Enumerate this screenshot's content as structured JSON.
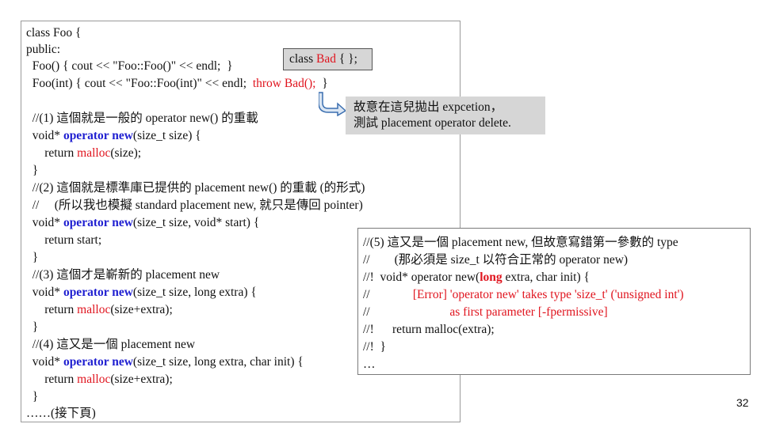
{
  "code": {
    "l1": "class Foo {",
    "l2": "public:",
    "l3": "  Foo() { cout << \"Foo::Foo()\" << endl;  }",
    "l4a": "  Foo(int) { cout << \"Foo::Foo(int)\" << endl;  ",
    "l4b": "throw Bad();",
    "l4c": "  }",
    "l5": "  //(1) 這個就是一般的 operator new() 的重載",
    "l6a": "  void* ",
    "l6b": "operator new",
    "l6c": "(size_t size) {",
    "l7a": "      return ",
    "l7b": "malloc",
    "l7c": "(size);",
    "l8": "  }",
    "l9": "  //(2) 這個就是標準庫已提供的 placement new() 的重載 (的形式)",
    "l10": "  //     (所以我也模擬 standard placement new, 就只是傳回 pointer)",
    "l11a": "  void* ",
    "l11b": "operator new",
    "l11c": "(size_t size, void* start) {",
    "l12": "      return start;",
    "l13": "  }",
    "l14": "  //(3) 這個才是嶄新的 placement new",
    "l15a": "  void* ",
    "l15b": "operator new",
    "l15c": "(size_t size, long extra) {",
    "l16a": "      return ",
    "l16b": "malloc",
    "l16c": "(size+extra);",
    "l17": "  }",
    "l18": "  //(4) 這又是一個 placement new",
    "l19a": "  void* ",
    "l19b": "operator new",
    "l19c": "(size_t size, long extra, char init) {",
    "l20a": "      return ",
    "l20b": "malloc",
    "l20c": "(size+extra);",
    "l21": "  }",
    "l22": "……(接下頁)"
  },
  "callout_bad": {
    "a": "class ",
    "b": "Bad",
    "c": " { };"
  },
  "callout_note": {
    "line1": "故意在這兒拋出 expcetion，",
    "line2": "測試 placement operator delete."
  },
  "box5": {
    "l1": "//(5) 這又是一個 placement new, 但故意寫錯第一參數的 type",
    "l2": "//        (那必須是 size_t 以符合正常的 operator new)",
    "l3a": "//!  void* operator new(",
    "l3b": "long",
    "l3c": " extra, char init) {",
    "l4a": "//              ",
    "l4b": "[Error] 'operator new' takes type 'size_t' ('unsigned int')",
    "l5a": "//                          ",
    "l5b": "as first parameter [-fpermissive]",
    "l6": "//!      return malloc(extra);",
    "l7": "//!  }",
    "l8": "…"
  },
  "page_number": "32",
  "colors": {
    "keyword": "#1f1fd1",
    "highlight": "#e0141e",
    "callout_bg": "#d6d6d6"
  }
}
